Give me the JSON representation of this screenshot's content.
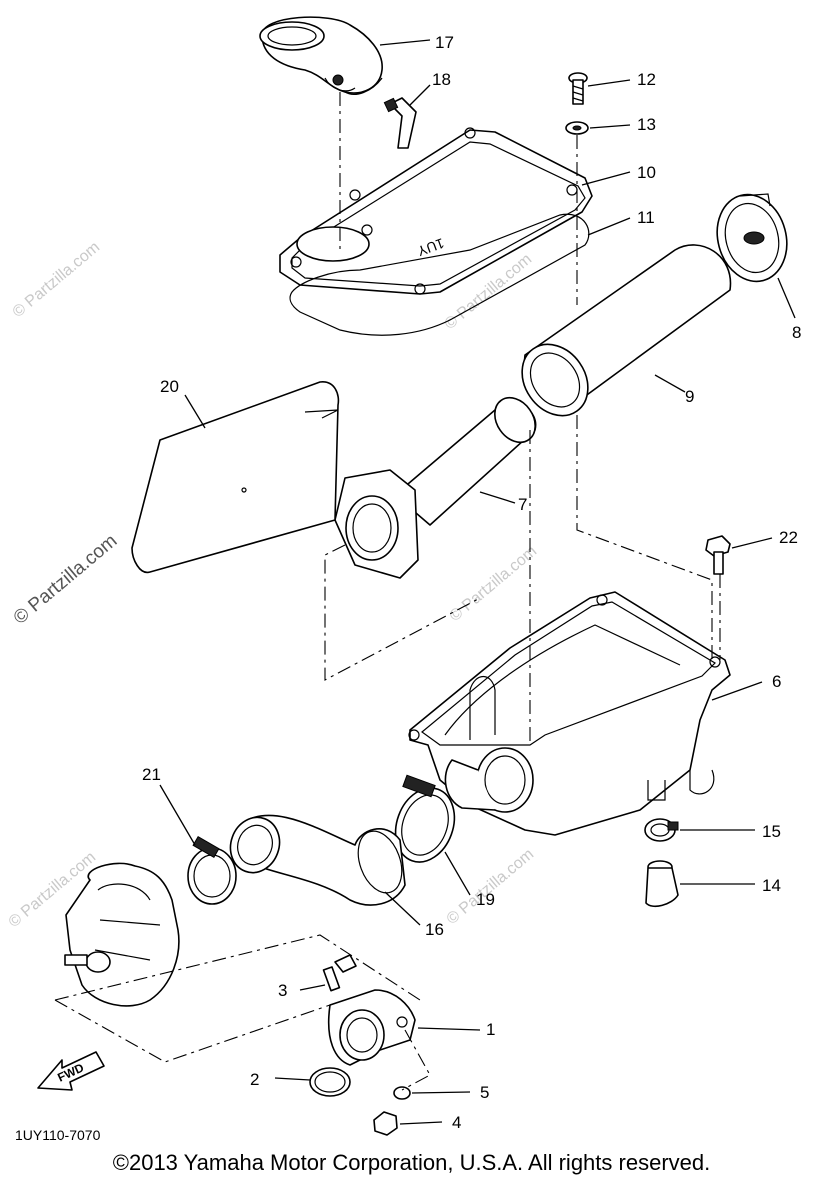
{
  "callouts": {
    "n1": "1",
    "n2": "2",
    "n3": "3",
    "n4": "4",
    "n5": "5",
    "n6": "6",
    "n7": "7",
    "n8": "8",
    "n9": "9",
    "n10": "10",
    "n11": "11",
    "n12": "12",
    "n13": "13",
    "n14": "14",
    "n15": "15",
    "n16": "16",
    "n17": "17",
    "n18": "18",
    "n19": "19",
    "n20": "20",
    "n21": "21",
    "n22": "22"
  },
  "diagram_code": "1UY110-7070",
  "direction_label": "FWD",
  "cover_marking": "1UY",
  "watermark_text": "© Partzilla.com",
  "copyright": "©2013  Yamaha Motor Corporation, U.S.A. All rights reserved."
}
